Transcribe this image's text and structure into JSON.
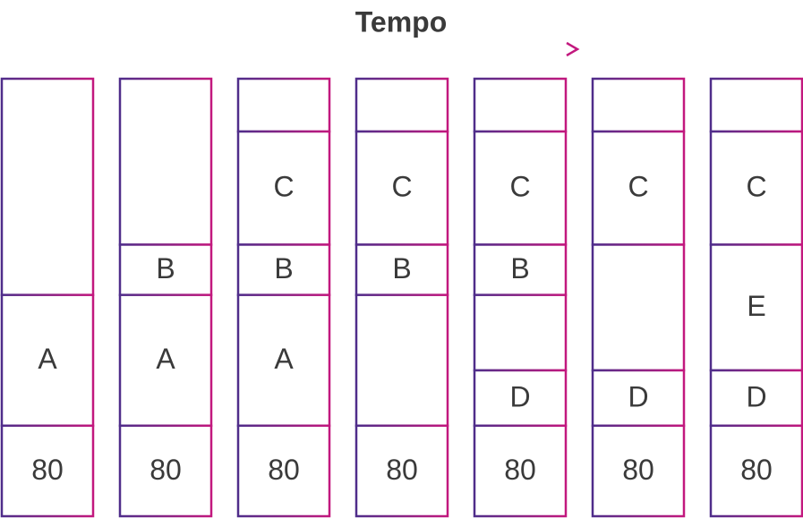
{
  "header": {
    "title": "Tempo"
  },
  "colors": {
    "border_start": "#4f2d8a",
    "border_end": "#c2187e",
    "text": "#3a3a3a"
  },
  "columns": [
    {
      "segments": [
        {
          "label": "",
          "units": 4.3
        },
        {
          "label": "A",
          "units": 2.6
        },
        {
          "label": "80",
          "units": 1.8
        }
      ]
    },
    {
      "segments": [
        {
          "label": "",
          "units": 3.3
        },
        {
          "label": "B",
          "units": 1.0
        },
        {
          "label": "A",
          "units": 2.6
        },
        {
          "label": "80",
          "units": 1.8
        }
      ]
    },
    {
      "segments": [
        {
          "label": "",
          "units": 1.05
        },
        {
          "label": "C",
          "units": 2.25
        },
        {
          "label": "B",
          "units": 1.0
        },
        {
          "label": "A",
          "units": 2.6
        },
        {
          "label": "80",
          "units": 1.8
        }
      ]
    },
    {
      "segments": [
        {
          "label": "",
          "units": 1.05
        },
        {
          "label": "C",
          "units": 2.25
        },
        {
          "label": "B",
          "units": 1.0
        },
        {
          "label": "",
          "units": 2.6
        },
        {
          "label": "80",
          "units": 1.8
        }
      ]
    },
    {
      "segments": [
        {
          "label": "",
          "units": 1.05
        },
        {
          "label": "C",
          "units": 2.25
        },
        {
          "label": "B",
          "units": 1.0
        },
        {
          "label": "",
          "units": 1.5
        },
        {
          "label": "D",
          "units": 1.1
        },
        {
          "label": "80",
          "units": 1.8
        }
      ]
    },
    {
      "segments": [
        {
          "label": "",
          "units": 1.05
        },
        {
          "label": "C",
          "units": 2.25
        },
        {
          "label": "",
          "units": 2.5
        },
        {
          "label": "D",
          "units": 1.1
        },
        {
          "label": "80",
          "units": 1.8
        }
      ]
    },
    {
      "segments": [
        {
          "label": "",
          "units": 1.05
        },
        {
          "label": "C",
          "units": 2.25
        },
        {
          "label": "E",
          "units": 2.5
        },
        {
          "label": "D",
          "units": 1.1
        },
        {
          "label": "80",
          "units": 1.8
        }
      ]
    }
  ]
}
